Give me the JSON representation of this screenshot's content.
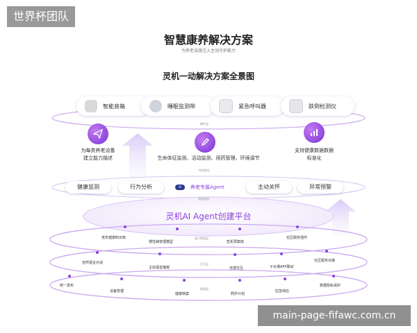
{
  "watermark_top": "世界杯团队",
  "watermark_bottom": "main-page-fifawc.com.cn",
  "title": "智慧康养解决方案",
  "subtitle": "为养老设施注入主动守护能力",
  "diagram_title": "灵机一动解决方案全景图",
  "devices": [
    {
      "label": "智能音箱",
      "icon": "smart-speaker-icon",
      "color": "#d9d9d9"
    },
    {
      "label": "睡眠监测带",
      "icon": "sleep-band-icon",
      "color": "#cfd3db"
    },
    {
      "label": "紧急呼叫器",
      "icon": "emergency-caller-icon",
      "color": "#e9e9ee"
    },
    {
      "label": "跌倒检测仪",
      "icon": "fall-detector-icon",
      "color": "#e6e6ea"
    }
  ],
  "layer_labels": {
    "hardware": "硬件层",
    "scene": "特境意设",
    "intelligence": "智能体层",
    "capability": "能力增强层",
    "interaction": "交互层",
    "management": "管理层"
  },
  "features": [
    {
      "icon": "send-icon",
      "line1": "为每类养老设备",
      "line2": "建立能力描述"
    },
    {
      "icon": "pen-icon",
      "line1": "生命体征监测、活动监测、用药管理、环境调节",
      "line2": ""
    },
    {
      "icon": "chart-icon",
      "line1": "支持健康数据数据",
      "line2": "标准化"
    }
  ],
  "agent_pills": [
    "健康监测",
    "行为分析",
    "主动关怀",
    "异常预警"
  ],
  "agent_center": {
    "badge": "AI",
    "label": "养老专属Agent"
  },
  "platform_title": "灵机AI Agent创建平台",
  "ring1": [
    "老年健康知识库",
    "慢性病管理模型",
    "危机预案库",
    "社区服务插件"
  ],
  "ring2": [
    "自然语言对话",
    "主动语音播报",
    "无感交互",
    "子女端APP联动",
    "社区服务对接"
  ],
  "ring3": [
    "统一发布",
    "设备管理",
    "健康档案",
    "照护计划",
    "应急响应",
    "数据隐私保护"
  ],
  "colors": {
    "accent": "#8a3fe0",
    "ring": "#c9a8ef",
    "arrow": "#e4dcfa"
  }
}
